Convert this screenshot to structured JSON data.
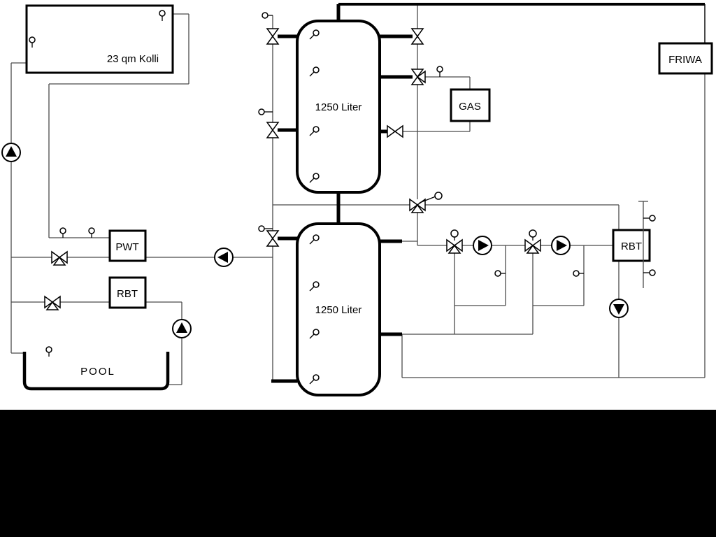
{
  "diagram": {
    "collector": {
      "label": "23 qm Kolli"
    },
    "tank_top": {
      "label": "1250 Liter"
    },
    "tank_bottom": {
      "label": "1250 Liter"
    },
    "gas_boiler": {
      "label": "GAS"
    },
    "friwa": {
      "label": "FRIWA"
    },
    "pwt": {
      "label": "PWT"
    },
    "rbt_left": {
      "label": "RBT"
    },
    "rbt_right": {
      "label": "RBT"
    },
    "pool": {
      "label": "POOL"
    }
  },
  "colors": {
    "background": "#ffffff",
    "line": "#4a4a4a",
    "thick_line": "#000000",
    "bottom_bar": "#000000"
  }
}
